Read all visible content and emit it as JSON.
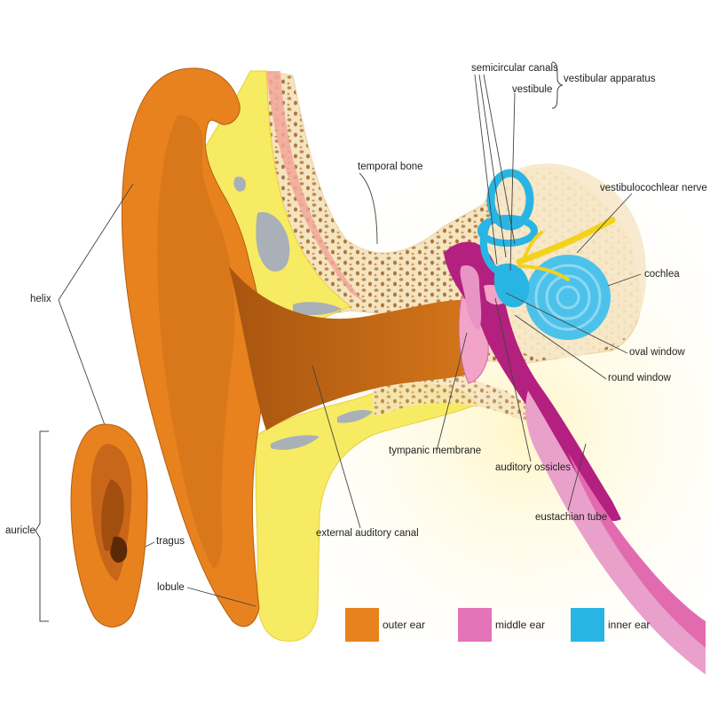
{
  "colors": {
    "outer_ear": "#E8821E",
    "middle_ear": "#E473B8",
    "inner_ear": "#29B5E3",
    "bone_fill": "#F7E7C6",
    "bone_pores": "#B98A52",
    "fat": "#F7EB63",
    "dark_magenta": "#B3207F"
  },
  "labels": {
    "semicircular_canals": "semicircular canals",
    "vestibule": "vestibule",
    "vestibular_apparatus": "vestibular apparatus",
    "temporal_bone": "temporal bone",
    "vestibulocochlear_nerve": "vestibulocochlear nerve",
    "cochlea": "cochlea",
    "oval_window": "oval window",
    "round_window": "round window",
    "helix": "helix",
    "tympanic_membrane": "tympanic membrane",
    "auditory_ossicles": "auditory ossicles",
    "eustachian_tube": "eustachian tube",
    "external_auditory_canal": "external auditory canal",
    "auricle": "auricle",
    "tragus": "tragus",
    "lobule": "lobule"
  },
  "legend": [
    {
      "label": "outer ear",
      "color": "#E8821E"
    },
    {
      "label": "middle ear",
      "color": "#E473B8"
    },
    {
      "label": "inner ear",
      "color": "#29B5E3"
    }
  ]
}
